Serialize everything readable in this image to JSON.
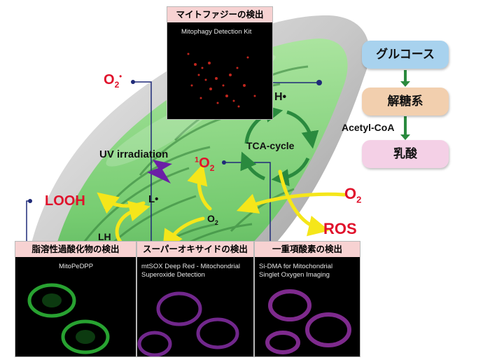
{
  "panels": {
    "mitophagy": {
      "title": "マイトファジーの検出",
      "caption": "Mitophagy Detection Kit"
    },
    "lipid": {
      "title": "脂溶性過酸化物の検出",
      "caption": "MitoPeDPP"
    },
    "superoxide": {
      "title": "スーパーオキサイドの検出",
      "caption_line1": "mtSOX Deep Red - Mitochondrial",
      "caption_line2": "Superoxide Detection"
    },
    "singlet": {
      "title": "一重項酸素の検出",
      "caption_line1": "Si-DMA for Mitochondrial",
      "caption_line2": "Singlet Oxygen Imaging"
    }
  },
  "flow": {
    "glucose": "グルコース",
    "glycolysis": "解糖系",
    "acetyl": "Acetyl-CoA",
    "lactate": "乳酸"
  },
  "labels": {
    "tca": "TCA-cycle",
    "uv": "UV irradiation",
    "looh": "LOOH",
    "ros": "ROS",
    "o2_sup_base": "O",
    "o2_sup_sub": "2",
    "o2_sup_dot": "•",
    "o2_right_base": "O",
    "o2_right_sub": "2",
    "singlet_pre": "1",
    "singlet_base": "O",
    "singlet_sub": "2",
    "o2_center_base": "O",
    "o2_center_sub": "2",
    "l_radical": "L•",
    "h_radical": "H•",
    "lh": "LH"
  },
  "colors": {
    "red": "#e0112b",
    "yellow": "#f5e61a",
    "green_arrow": "#2a8a3e",
    "navy": "#1f2a78",
    "purple": "#6b1fa6",
    "glucose_box": "#a8d2ee",
    "glycolysis_box": "#f2cfae",
    "lactate_box": "#f4d0e6",
    "panel_head": "#f7d2d2"
  }
}
